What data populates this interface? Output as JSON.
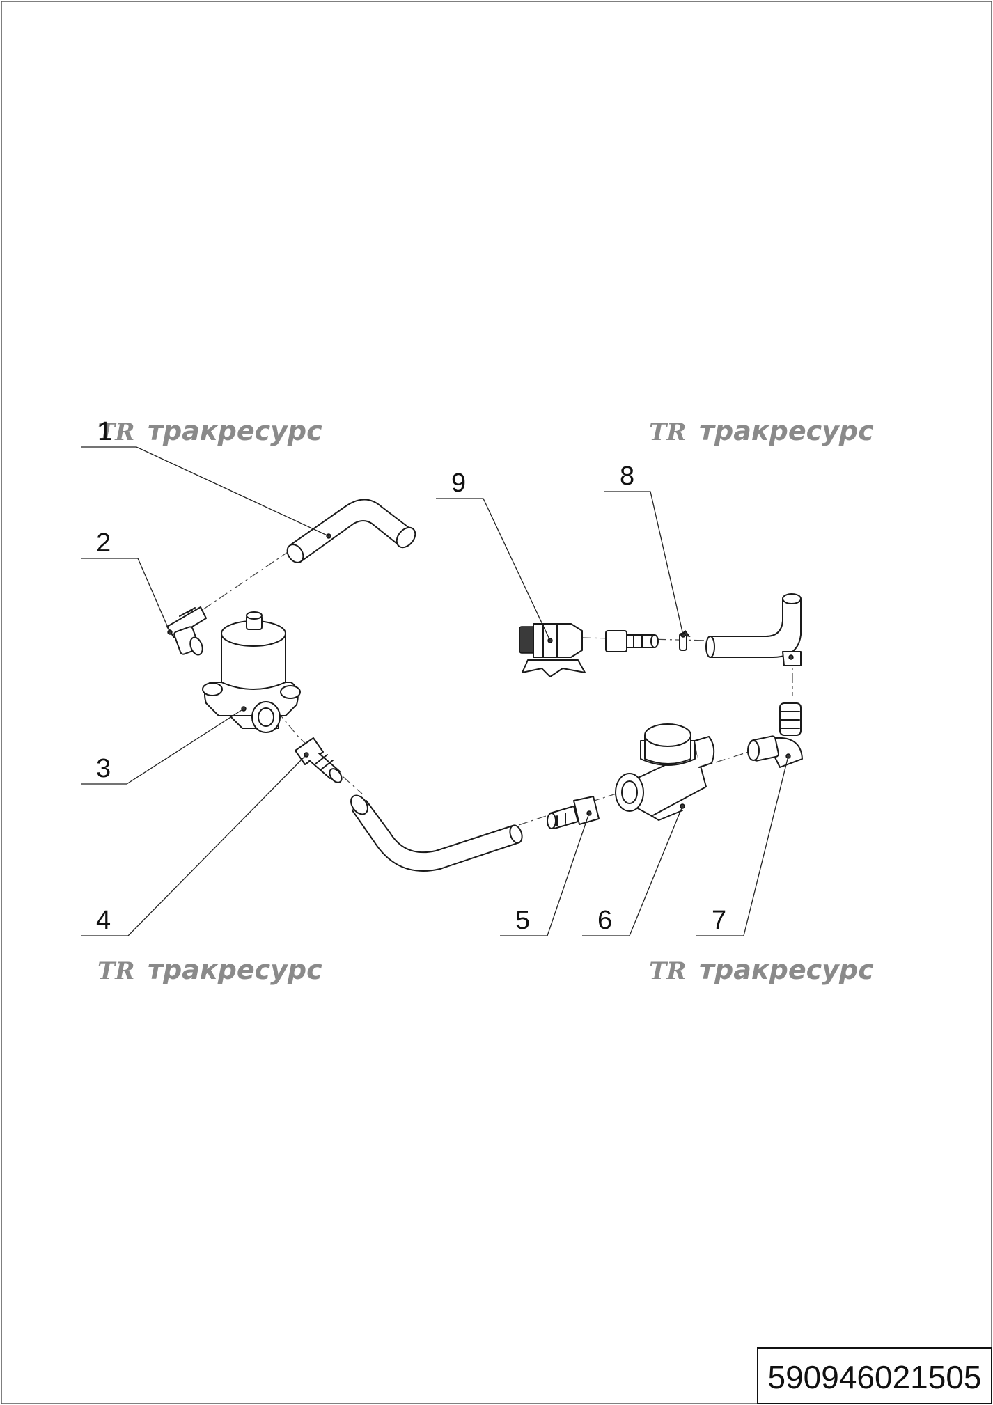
{
  "diagram": {
    "callouts": [
      {
        "id": "1",
        "label": "1"
      },
      {
        "id": "2",
        "label": "2"
      },
      {
        "id": "3",
        "label": "3"
      },
      {
        "id": "4",
        "label": "4"
      },
      {
        "id": "5",
        "label": "5"
      },
      {
        "id": "6",
        "label": "6"
      },
      {
        "id": "7",
        "label": "7"
      },
      {
        "id": "8",
        "label": "8"
      },
      {
        "id": "9",
        "label": "9"
      }
    ],
    "watermark": {
      "logo": "TR",
      "text": "тракресурс"
    },
    "document_number": "590946021505"
  }
}
